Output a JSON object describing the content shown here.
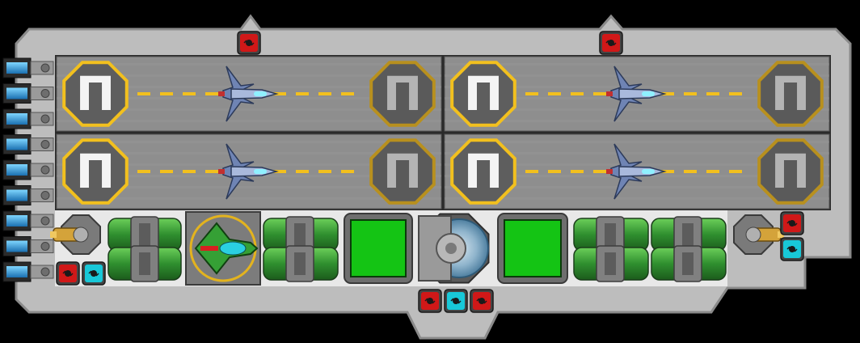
{
  "ship": {
    "hull_color": "#bdbdbd",
    "hull_edge": "#8a8a8a",
    "deck_color": "#7a7a7a",
    "runway_color": "#8e8e8e"
  },
  "hangar": {
    "bays": [
      {
        "pad_left_glyph": "Π",
        "pad_right_glyph": "Π",
        "fighter": "interceptor-fighter"
      },
      {
        "pad_left_glyph": "Π",
        "pad_right_glyph": "Π",
        "fighter": "interceptor-fighter"
      },
      {
        "pad_left_glyph": "Π",
        "pad_right_glyph": "Π",
        "fighter": "interceptor-fighter"
      },
      {
        "pad_left_glyph": "Π",
        "pad_right_glyph": "Π",
        "fighter": "interceptor-fighter"
      }
    ],
    "pad_active_color": "#f2c01e",
    "pad_inactive_color": "#b8901e",
    "centerline_color": "#f2c01e"
  },
  "systems": {
    "thruster_count": 9,
    "thruster_color": "#2aa4e6",
    "bays": [
      {
        "type": "gun-turret",
        "icon": "turret-icon"
      },
      {
        "type": "fuel-tanks",
        "icon": "fuel-tank-icon"
      },
      {
        "type": "bomber-bay",
        "icon": "bomber-icon"
      },
      {
        "type": "fuel-tanks",
        "icon": "fuel-tank-icon"
      },
      {
        "type": "armor-plate",
        "icon": "armor-icon"
      },
      {
        "type": "reactor-core",
        "icon": "reactor-icon"
      },
      {
        "type": "armor-plate",
        "icon": "armor-icon"
      },
      {
        "type": "fuel-tanks",
        "icon": "fuel-tank-icon"
      },
      {
        "type": "fuel-tanks",
        "icon": "fuel-tank-icon"
      },
      {
        "type": "gun-turret",
        "icon": "turret-icon"
      }
    ],
    "tank_color": "#3aa03a",
    "armor_color": "#14c414"
  },
  "pips": {
    "red_color": "#d01818",
    "cyan_color": "#18c8d8",
    "groups": [
      {
        "id": "top-left",
        "kinds": [
          "red"
        ]
      },
      {
        "id": "top-right",
        "kinds": [
          "red"
        ]
      },
      {
        "id": "bottom-left",
        "kinds": [
          "red",
          "cyan"
        ]
      },
      {
        "id": "bottom-center",
        "kinds": [
          "red",
          "cyan",
          "red"
        ]
      },
      {
        "id": "right",
        "kinds": [
          "red",
          "cyan"
        ]
      }
    ]
  }
}
